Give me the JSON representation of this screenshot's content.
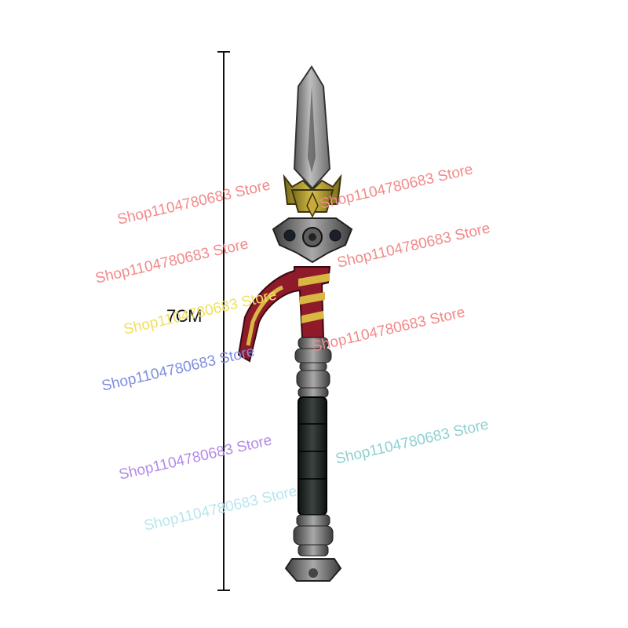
{
  "image": {
    "background": "#ffffff",
    "subject": "spear-weapon-accessory",
    "measurement_label": "7CM"
  },
  "watermarks": [
    {
      "text": "Shop1104780683 Store",
      "color": "#f28a8a"
    },
    {
      "text": "Shop1104780683 Store",
      "color": "#f28a8a"
    },
    {
      "text": "Shop1104780683 Store",
      "color": "#f28a8a"
    },
    {
      "text": "Shop1104780683 Store",
      "color": "#f28a8a"
    },
    {
      "text": "Shop1104780683 Store",
      "color": "#f0e060"
    },
    {
      "text": "Shop1104780683 Store",
      "color": "#f28a8a"
    },
    {
      "text": "Shop1104780683 Store",
      "color": "#7d8ee0"
    },
    {
      "text": "Shop1104780683 Store",
      "color": "#b58ae8"
    },
    {
      "text": "Shop1104780683 Store",
      "color": "#8fd0d0"
    },
    {
      "text": "Shop1104780683 Store",
      "color": "#b8e6ee"
    }
  ]
}
